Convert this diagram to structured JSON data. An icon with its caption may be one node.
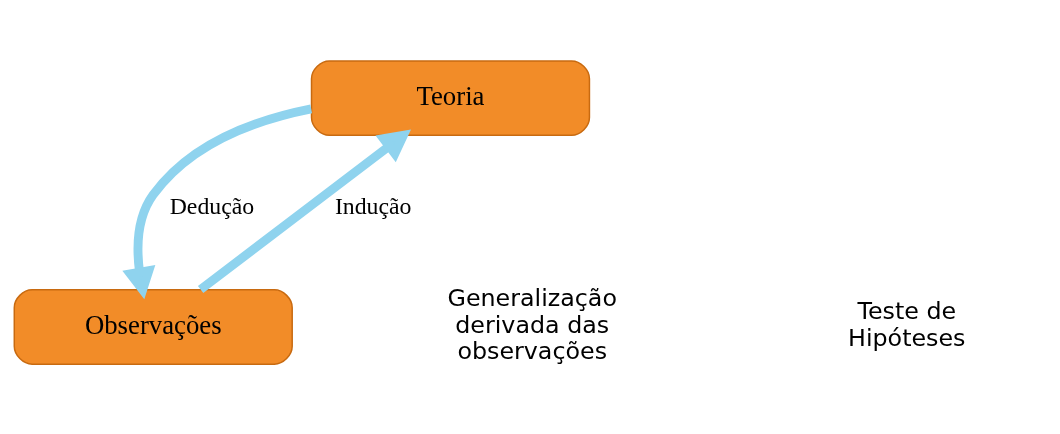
{
  "diagram": {
    "nodes": [
      {
        "text": [
          "Teoria"
        ]
      },
      {
        "text": [
          "Observações"
        ]
      }
    ],
    "edges": [
      {
        "from": 1,
        "to": 0,
        "arrow": "to",
        "label": "Indução"
      },
      {
        "from": 0,
        "to": 1,
        "arrow": "to",
        "label": "Dedução"
      }
    ],
    "labels": [
      "Generalização derivada das observações",
      "Teste de Hipóteses"
    ]
  }
}
